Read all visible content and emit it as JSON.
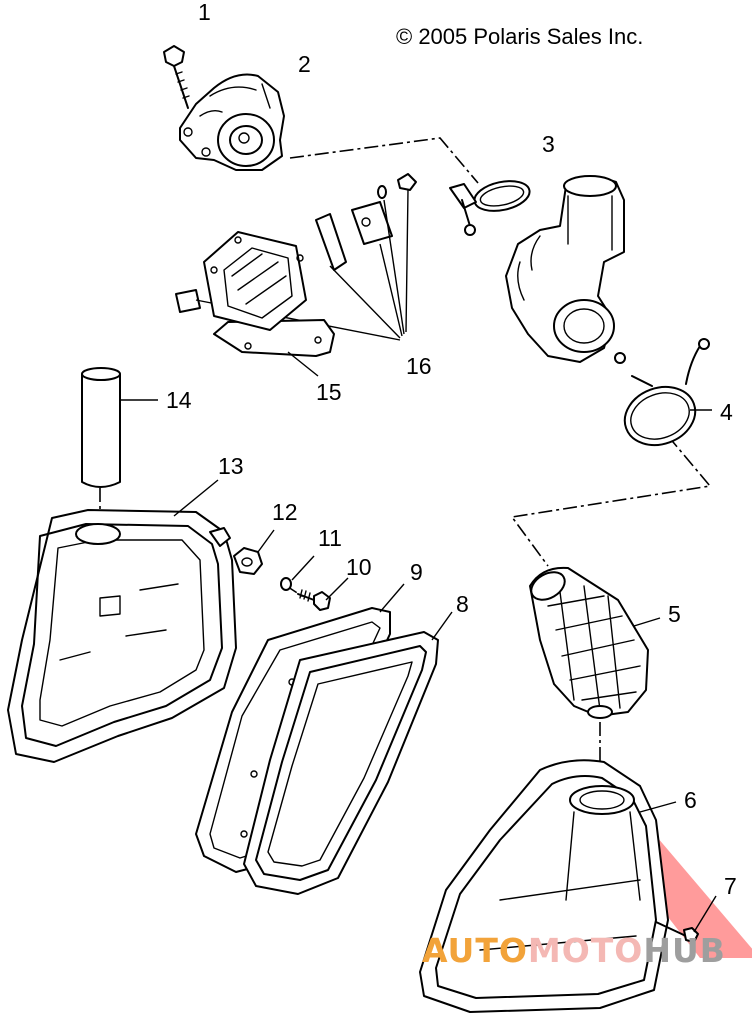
{
  "copyright": "© 2005 Polaris Sales Inc.",
  "watermark": {
    "part1": "AUTO",
    "part2": "MOTO",
    "part3": "HUB",
    "colors": {
      "auto": "#f2a33a",
      "moto": "#f4b8b4",
      "hub": "#9e9e9e",
      "triangle": "#ff3a3a"
    }
  },
  "callouts": [
    "1",
    "2",
    "3",
    "4",
    "5",
    "6",
    "7",
    "8",
    "9",
    "10",
    "11",
    "12",
    "13",
    "14",
    "15",
    "16"
  ]
}
